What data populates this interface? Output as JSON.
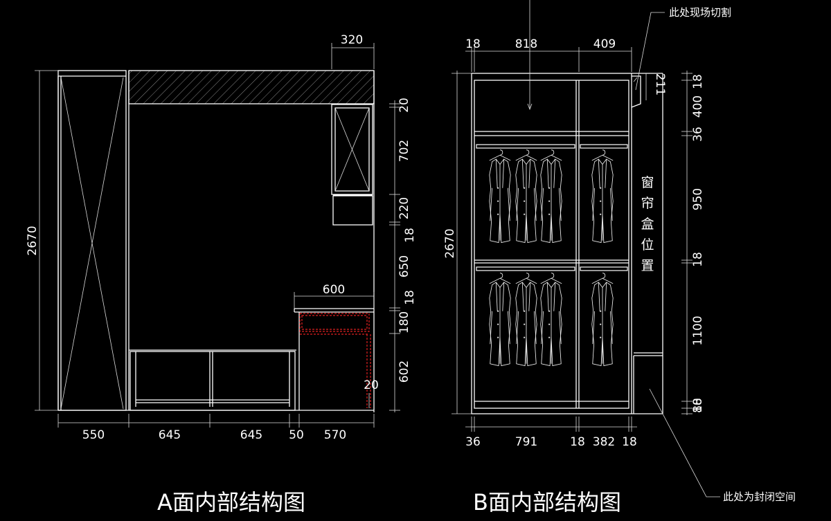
{
  "captions": {
    "a": "A面内部结构图",
    "b": "B面内部结构图"
  },
  "notes": {
    "cut_on_site": "此处现场切割",
    "sealed_space": "此处为封闭空间",
    "curtain_box": [
      "窗",
      "帘",
      "盒",
      "位",
      "置"
    ]
  },
  "dims_a": {
    "top": "320",
    "total_height": "2670",
    "right": [
      "20",
      "702",
      "220",
      "18",
      "650",
      "18",
      "180",
      "602"
    ],
    "inner_20": "20",
    "desk_width": "600",
    "bottom": [
      "550",
      "645",
      "645",
      "50",
      "570"
    ]
  },
  "dims_b": {
    "top": [
      "18",
      "818",
      "409"
    ],
    "small": "211",
    "total_height": "2670",
    "right": [
      "18",
      "400",
      "36",
      "950",
      "18",
      "1100",
      "80",
      "18"
    ],
    "bottom": [
      "36",
      "791",
      "18",
      "382",
      "18"
    ]
  }
}
